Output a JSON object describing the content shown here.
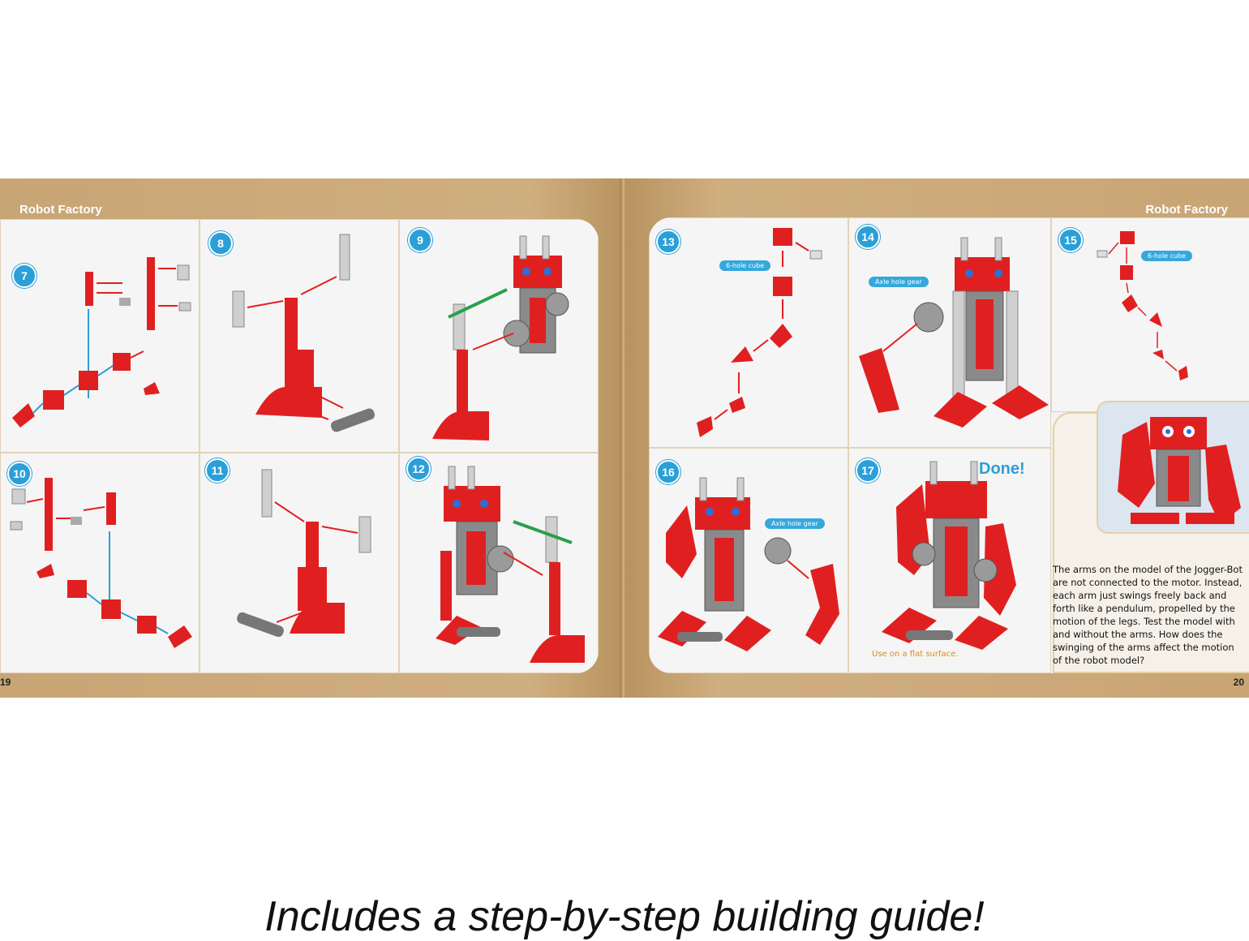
{
  "booklet": {
    "left_page": {
      "header": "Robot Factory",
      "page_number": "19",
      "steps": [
        "7",
        "8",
        "9",
        "10",
        "11",
        "12"
      ]
    },
    "right_page": {
      "header": "Robot Factory",
      "page_number": "20",
      "steps": [
        "13",
        "14",
        "15",
        "16",
        "17"
      ],
      "callouts": {
        "cube_13": "6-hole cube",
        "gear_14": "Axle hole gear",
        "cube_15": "6-hole cube",
        "gear_16": "Axle hole gear"
      },
      "done_label": "Done!",
      "surface_note": "Use on a flat surface.",
      "info_text": "The arms on the model of the Jogger-Bot are not connected to the motor. Instead, each arm just swings freely back and forth like a pendulum, propelled by the motion of the legs. Test the model with and without the arms. How does the swinging of the arms affect the motion of the robot model?"
    }
  },
  "caption": "Includes a step-by-step building guide!",
  "colors": {
    "kraft": "#c9a678",
    "brick_red": "#e02020",
    "step_blue": "#2b9fd8",
    "gear_gray": "#9a9a9a"
  }
}
